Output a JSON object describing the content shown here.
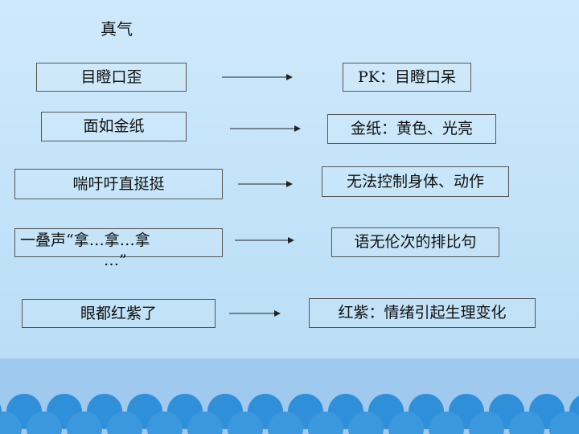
{
  "title": "真气",
  "rows": [
    {
      "left": "目瞪口歪",
      "right": "PK：目瞪口呆"
    },
    {
      "left": "面如金纸",
      "right": "金纸：黄色、光亮"
    },
    {
      "left": "喘吁吁直挺挺",
      "right": "无法控制身体、动作"
    },
    {
      "left_line1": "一叠声“拿…拿…拿",
      "left_line2": "…”",
      "right": "语无伦次的排比句"
    },
    {
      "left": "眼都红紫了",
      "right": "红紫：情绪引起生理变化"
    }
  ],
  "colors": {
    "band": "#9fc9ee",
    "wave": "#2f8fd8",
    "wave_light": "#4aa3e6"
  }
}
